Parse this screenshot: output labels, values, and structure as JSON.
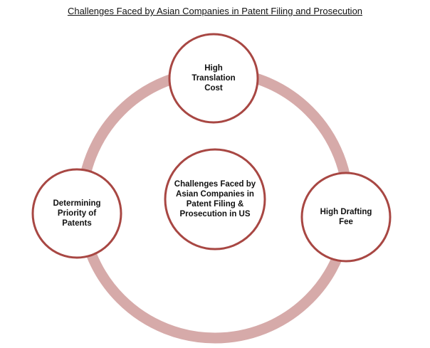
{
  "title": "Challenges Faced by Asian Companies in Patent Filing and Prosecution",
  "colors": {
    "ring": "#d6aaa9",
    "node_border": "#a84743",
    "node_fill": "#ffffff",
    "text": "#111111"
  },
  "nodes": {
    "center": "Challenges Faced by\nAsian Companies  in\nPatent Filing &\nProsecution  in US",
    "top": "High\nTranslation\nCost",
    "right": "High Drafting\nFee",
    "left": "Determining\nPriority of\nPatents"
  }
}
